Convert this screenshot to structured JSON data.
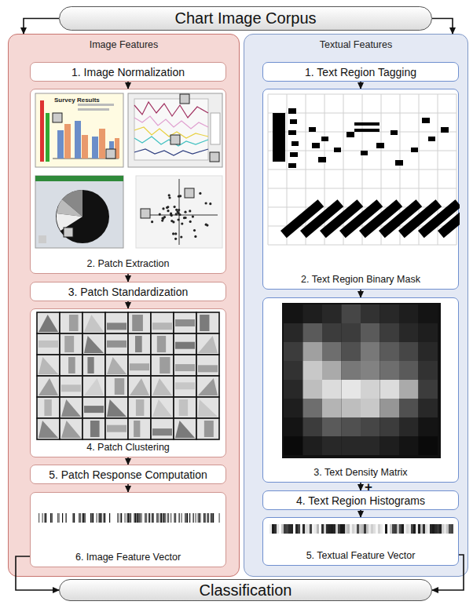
{
  "diagram": {
    "nodes": [
      {
        "text": [
          "Chart Image Corpus"
        ]
      },
      {
        "text": [
          "Image Features"
        ]
      },
      {
        "text": [
          "1. Image Normalization"
        ],
        "in": 1
      },
      {
        "text": [
          "2. Patch Extraction"
        ],
        "in": 1
      },
      {
        "text": [
          "3. Patch Standardization"
        ],
        "in": 1
      },
      {
        "text": [
          "4. Patch Clustering"
        ],
        "in": 1
      },
      {
        "text": [
          "5. Patch Response Computation"
        ],
        "in": 1
      },
      {
        "text": [
          "6. Image Feature Vector"
        ],
        "in": 1
      },
      {
        "text": [
          "Textual Features"
        ]
      },
      {
        "text": [
          "1. Text Region Tagging"
        ],
        "in": 8
      },
      {
        "text": [
          "2. Text Region Binary Mask"
        ],
        "in": 8
      },
      {
        "text": [
          "3. Text Density Matrix"
        ],
        "in": 8
      },
      {
        "text": [
          "4. Text Region Histograms"
        ],
        "in": 8
      },
      {
        "text": [
          "5. Textual Feature Vector"
        ],
        "in": 8
      },
      {
        "text": [
          "Classification"
        ]
      }
    ],
    "edges": [
      {
        "from": 0,
        "to": 1,
        "arrow": "to"
      },
      {
        "from": 0,
        "to": 8,
        "arrow": "to"
      },
      {
        "from": 2,
        "to": 3,
        "arrow": "to"
      },
      {
        "from": 3,
        "to": 4,
        "arrow": "to"
      },
      {
        "from": 4,
        "to": 5,
        "arrow": "to"
      },
      {
        "from": 5,
        "to": 6,
        "arrow": "to"
      },
      {
        "from": 6,
        "to": 7,
        "arrow": "to"
      },
      {
        "from": 7,
        "to": 14,
        "arrow": "to"
      },
      {
        "from": 9,
        "to": 10,
        "arrow": "to"
      },
      {
        "from": 10,
        "to": 11,
        "arrow": "to"
      },
      {
        "from": 11,
        "to": 12,
        "label": "+",
        "arrow": "to"
      },
      {
        "from": 12,
        "to": 13,
        "arrow": "to"
      },
      {
        "from": 13,
        "to": 14,
        "arrow": "to"
      }
    ],
    "labels": [
      "Survey Results"
    ]
  }
}
